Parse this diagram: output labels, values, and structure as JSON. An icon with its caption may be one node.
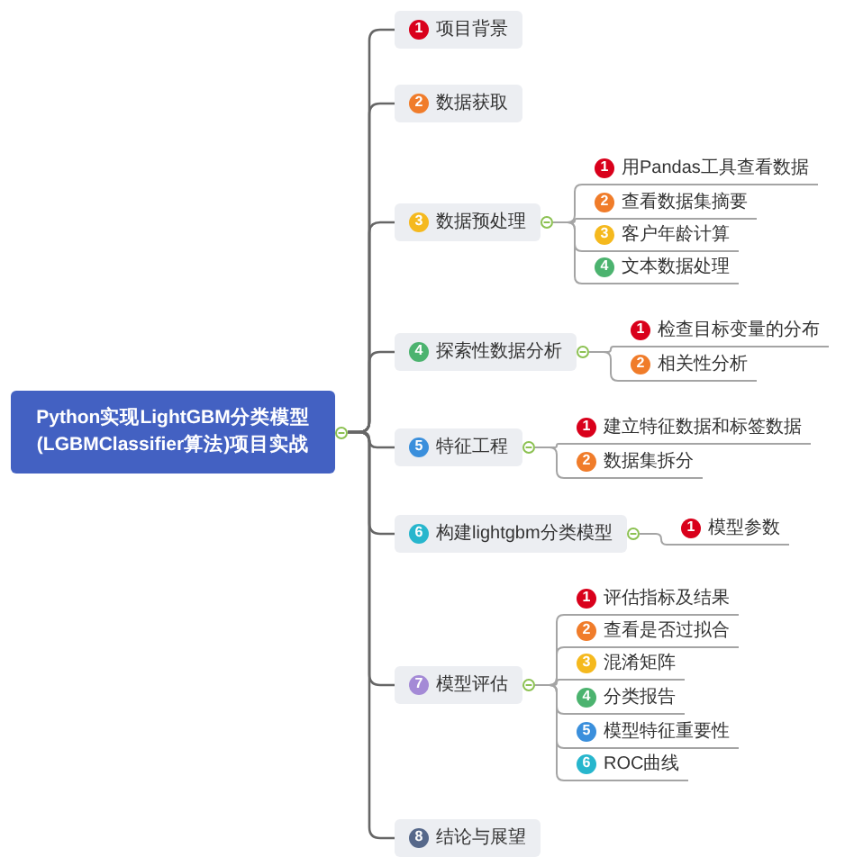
{
  "diagram": {
    "nodes": [
      {
        "text": [
          "Python实现LightGBM分类模型(LGBMClassifier算法)项目实战"
        ]
      },
      {
        "text": [
          "1",
          "项目背景"
        ]
      },
      {
        "text": [
          "2",
          "数据获取"
        ]
      },
      {
        "text": [
          "3",
          "数据预处理"
        ]
      },
      {
        "text": [
          "1",
          "用Pandas工具查看数据"
        ]
      },
      {
        "text": [
          "2",
          "查看数据集摘要"
        ]
      },
      {
        "text": [
          "3",
          "客户年龄计算"
        ]
      },
      {
        "text": [
          "4",
          "文本数据处理"
        ]
      },
      {
        "text": [
          "4",
          "探索性数据分析"
        ]
      },
      {
        "text": [
          "1",
          "检查目标变量的分布"
        ]
      },
      {
        "text": [
          "2",
          "相关性分析"
        ]
      },
      {
        "text": [
          "5",
          "特征工程"
        ]
      },
      {
        "text": [
          "1",
          "建立特征数据和标签数据"
        ]
      },
      {
        "text": [
          "2",
          "数据集拆分"
        ]
      },
      {
        "text": [
          "6",
          "构建lightgbm分类模型"
        ]
      },
      {
        "text": [
          "1",
          "模型参数"
        ]
      },
      {
        "text": [
          "7",
          "模型评估"
        ]
      },
      {
        "text": [
          "1",
          "评估指标及结果"
        ]
      },
      {
        "text": [
          "2",
          "查看是否过拟合"
        ]
      },
      {
        "text": [
          "3",
          "混淆矩阵"
        ]
      },
      {
        "text": [
          "4",
          "分类报告"
        ]
      },
      {
        "text": [
          "5",
          "模型特征重要性"
        ]
      },
      {
        "text": [
          "6",
          "ROC曲线"
        ]
      },
      {
        "text": [
          "8",
          "结论与展望"
        ]
      }
    ],
    "edges": [
      {
        "from": 0,
        "to": 1,
        "arrow": "none"
      },
      {
        "from": 0,
        "to": 2,
        "arrow": "none"
      },
      {
        "from": 0,
        "to": 3,
        "arrow": "none"
      },
      {
        "from": 3,
        "to": 4,
        "arrow": "none"
      },
      {
        "from": 3,
        "to": 5,
        "arrow": "none"
      },
      {
        "from": 3,
        "to": 6,
        "arrow": "none"
      },
      {
        "from": 3,
        "to": 7,
        "arrow": "none"
      },
      {
        "from": 0,
        "to": 8,
        "arrow": "none"
      },
      {
        "from": 8,
        "to": 9,
        "arrow": "none"
      },
      {
        "from": 8,
        "to": 10,
        "arrow": "none"
      },
      {
        "from": 0,
        "to": 11,
        "arrow": "none"
      },
      {
        "from": 11,
        "to": 12,
        "arrow": "none"
      },
      {
        "from": 11,
        "to": 13,
        "arrow": "none"
      },
      {
        "from": 0,
        "to": 14,
        "arrow": "none"
      },
      {
        "from": 14,
        "to": 15,
        "arrow": "none"
      },
      {
        "from": 0,
        "to": 16,
        "arrow": "none"
      },
      {
        "from": 16,
        "to": 17,
        "arrow": "none"
      },
      {
        "from": 16,
        "to": 18,
        "arrow": "none"
      },
      {
        "from": 16,
        "to": 19,
        "arrow": "none"
      },
      {
        "from": 16,
        "to": 20,
        "arrow": "none"
      },
      {
        "from": 16,
        "to": 21,
        "arrow": "none"
      },
      {
        "from": 16,
        "to": 22,
        "arrow": "none"
      },
      {
        "from": 0,
        "to": 23,
        "arrow": "none"
      }
    ]
  }
}
